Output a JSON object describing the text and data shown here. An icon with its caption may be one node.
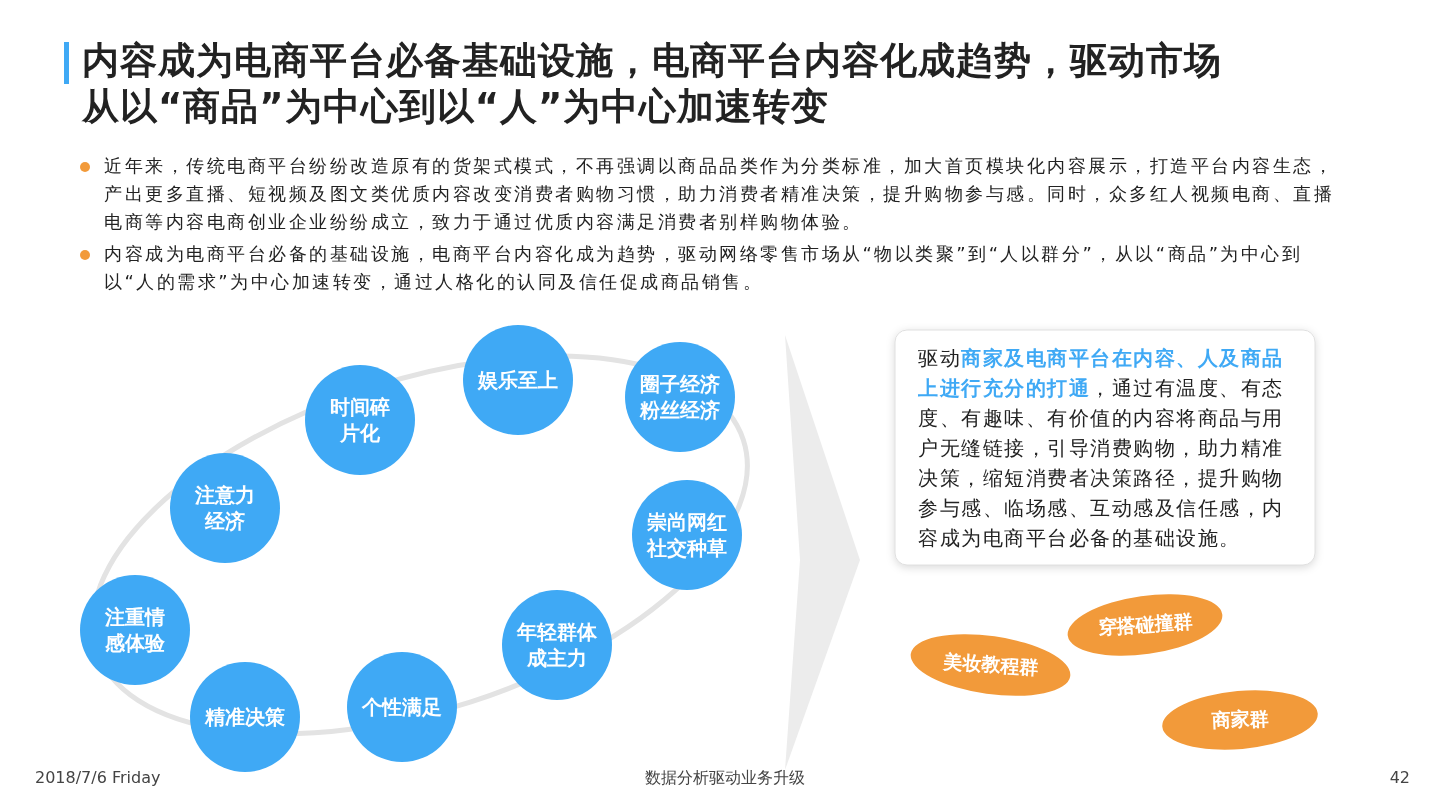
{
  "diagram": {
    "title": "内容成为电商平台必备基础设施，电商平台内容化成趋势，驱动市场从以“商品”为中心到以“人”为中心加速转变",
    "nodes": [
      {
        "text": [
          "娱乐至上"
        ]
      },
      {
        "text": [
          "圈子经济粉丝经济"
        ]
      },
      {
        "text": [
          "时间碎片化"
        ]
      },
      {
        "text": [
          "注意力经济"
        ]
      },
      {
        "text": [
          "崇尚网红社交种草"
        ]
      },
      {
        "text": [
          "注重情感体验"
        ]
      },
      {
        "text": [
          "年轻群体成主力"
        ]
      },
      {
        "text": [
          "个性满足"
        ]
      },
      {
        "text": [
          "精准决策"
        ]
      },
      {
        "text": [
          "驱动**商家及电商平台在内容、人及商品上进行充分的打通**，通过有温度、有态度、有趣味、有价值的内容将商品与用户无缝链接，引导消费购物，助力精准决策，缩短消费者决策路径，提升购物参与感、临场感、互动感及信任感，内容成为电商平台必备的基础设施。"
        ]
      },
      {
        "text": [
          "穿搭碰撞群"
        ]
      },
      {
        "text": [
          "美妆教程群"
        ]
      },
      {
        "text": [
          "商家群"
        ]
      },
      {
        "text": [],
        "shape": "chevron"
      }
    ],
    "edges": [],
    "labels": [
      "近年来，传统电商平台纷纷改造原有的货架式模式，不再强调以商品品类作为分类标准，加大首页模块化内容展示，打造平台内容生态，产出更多直播、短视频及图文类优质内容改变消费者购物习惯，助力消费者精准决策，提升购物参与感。同时，众多红人视频电商、直播电商等内容电商创业企业纷纷成立，致力于通过优质内容满足消费者别样购物体验。",
      "内容成为电商平台必备的基础设施，电商平台内容化成为趋势，驱动网络零售市场从“物以类聚”到“人以群分”，从以“商品”为中心到以“人的需求”为中心加速转变，通过人格化的认同及信任促成商品销售。",
      "2018/7/6 Friday",
      "数据分析驱动业务升级",
      "42"
    ]
  }
}
